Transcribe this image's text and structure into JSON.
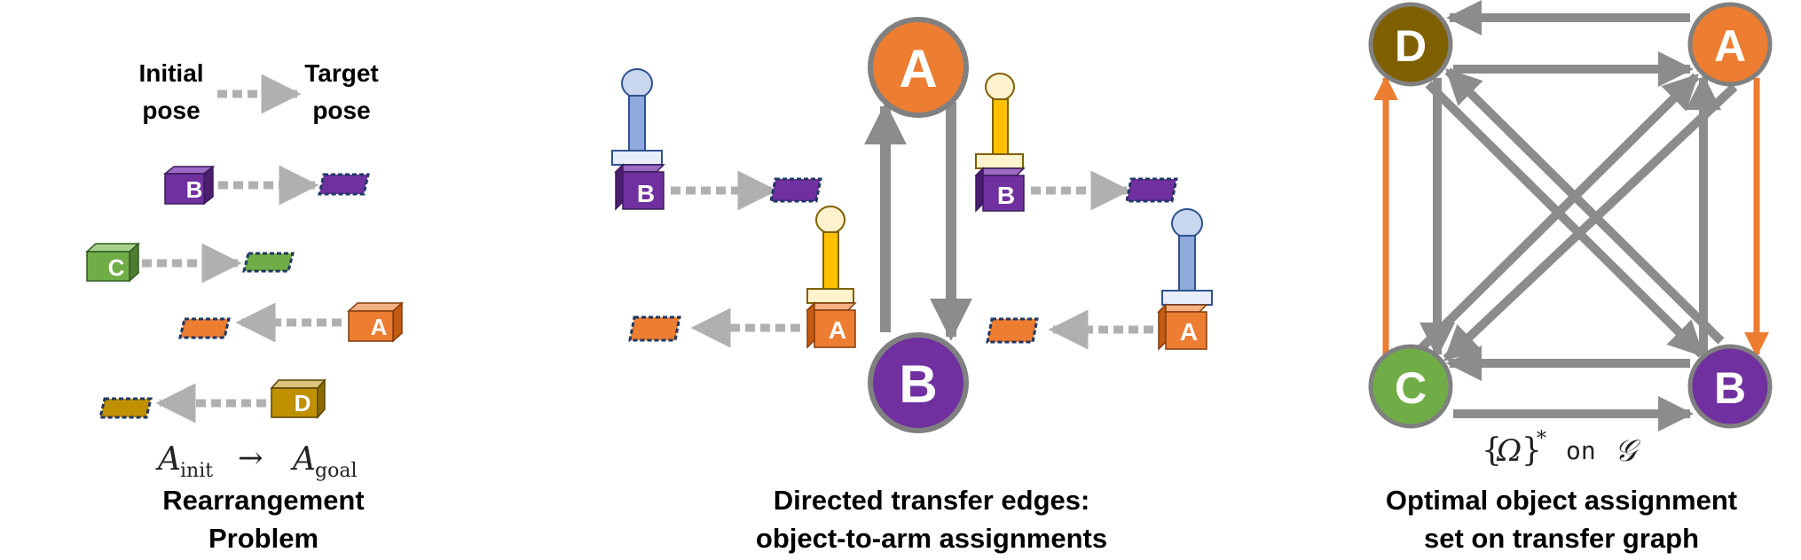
{
  "colors": {
    "purple": "#7030a0",
    "green": "#70ad47",
    "orange": "#ed7d31",
    "olive": "#bf9000",
    "dark_olive": "#7f6000",
    "gray_arrow": "#8c8c8c",
    "light_gray_arrow": "#b0b0b0",
    "arm_blue": "#8faadc",
    "arm_yellow": "#ffc000"
  },
  "panel1": {
    "legend_initial": "Initial",
    "legend_initial2": "pose",
    "legend_target": "Target",
    "legend_target2": "pose",
    "objects": [
      {
        "label": "B",
        "color": "purple",
        "direction": "right"
      },
      {
        "label": "C",
        "color": "green",
        "direction": "right"
      },
      {
        "label": "A",
        "color": "orange",
        "direction": "left"
      },
      {
        "label": "D",
        "color": "olive",
        "direction": "left"
      }
    ],
    "math_left": "A",
    "math_left_sub": "init",
    "math_arrow": "→",
    "math_right": "A",
    "math_right_sub": "goal",
    "caption_line1": "Rearrangement",
    "caption_line2": "Problem"
  },
  "panel2": {
    "node_top": "A",
    "node_bottom": "B",
    "left_box_top": "B",
    "left_box_bottom": "A",
    "right_box_top": "B",
    "right_box_bottom": "A",
    "caption_line1": "Directed transfer edges:",
    "caption_line2": "object-to-arm assignments"
  },
  "panel3": {
    "nodes": {
      "top_left": "D",
      "top_right": "A",
      "bottom_left": "C",
      "bottom_right": "B"
    },
    "math_open": "{",
    "math_omega": "Ω",
    "math_close": "}",
    "math_star": "*",
    "math_on": "on",
    "math_g": "𝒢",
    "caption_line1": "Optimal object assignment",
    "caption_line2": "set on transfer graph"
  }
}
